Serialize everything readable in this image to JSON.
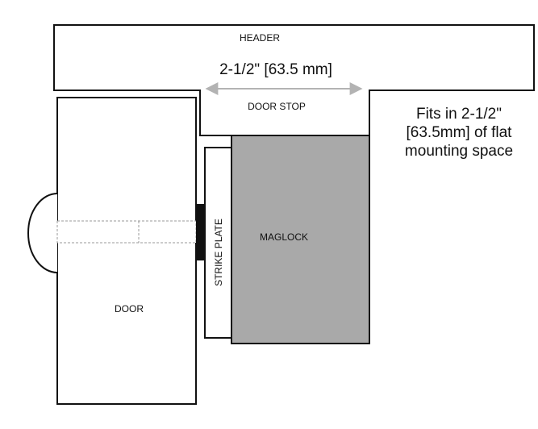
{
  "labels": {
    "header": "HEADER",
    "dimension": "2-1/2\" [63.5 mm]",
    "door_stop": "DOOR STOP",
    "maglock": "MAGLOCK",
    "strike_plate": "STRIKE PLATE",
    "door": "DOOR"
  },
  "note": {
    "line1": "Fits in 2-1/2\"",
    "line2": "[63.5mm] of flat",
    "line3": "mounting space"
  },
  "colors": {
    "stroke": "#111111",
    "maglock_fill": "#a9a9a9",
    "strike_bar_fill": "#111111",
    "dimension_arrow": "#b3b3b3",
    "background": "#ffffff"
  }
}
